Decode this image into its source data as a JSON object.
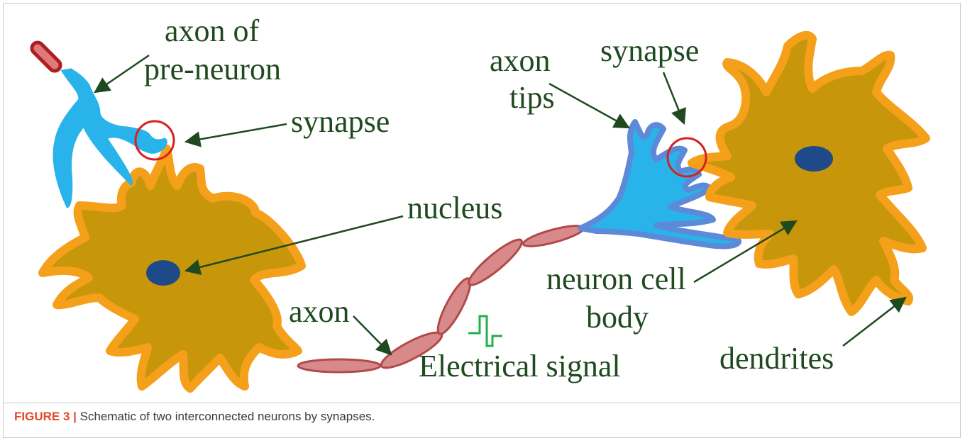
{
  "labels": {
    "axon_of": "axon of",
    "pre_neuron": "pre-neuron",
    "synapse_left": "synapse",
    "nucleus": "nucleus",
    "axon": "axon",
    "electrical_signal": "Electrical signal",
    "axon_word": "axon",
    "tips": "tips",
    "synapse_right": "synapse",
    "neuron_cell": "neuron cell",
    "body": "body",
    "dendrites": "dendrites"
  },
  "caption": {
    "figure": "FIGURE 3 |",
    "text": " Schematic of two interconnected neurons by synapses."
  },
  "colors": {
    "cell_body": "#c8960a",
    "dendrite_outline": "#f5a01a",
    "nucleus": "#1f4a8a",
    "axon_tip": "#28b4ea",
    "axon_tip_outline": "#5d8ad8",
    "myelin": "#d88a8a",
    "myelin_outline": "#b04a4a",
    "synapse_circle": "#d91f1f",
    "arrow": "#1f4a1f",
    "signal": "#22b04a"
  }
}
